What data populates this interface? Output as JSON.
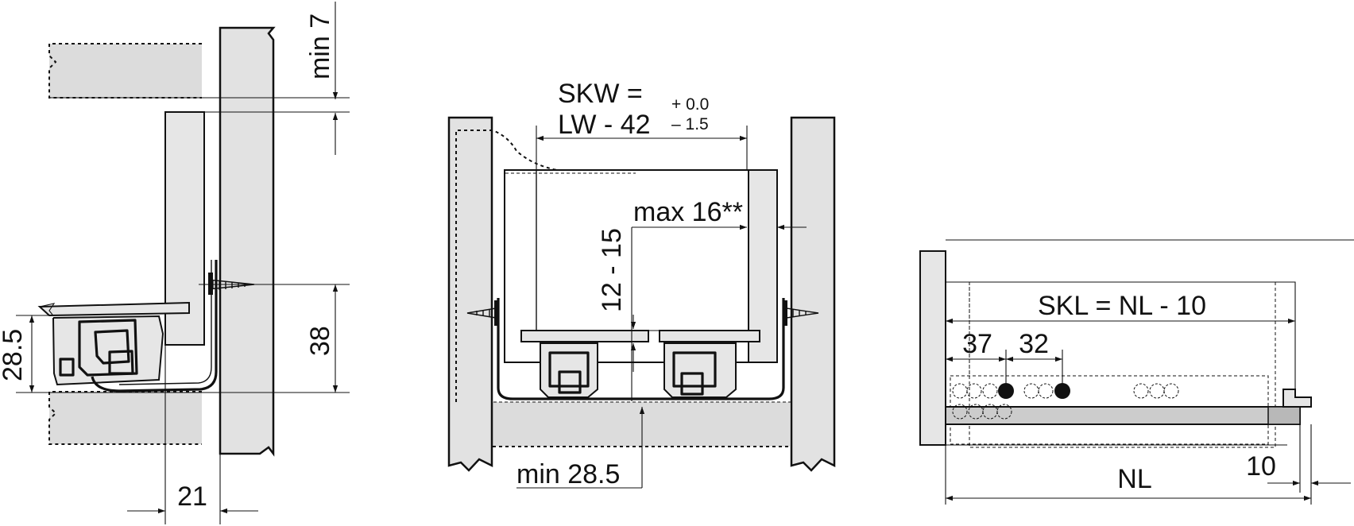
{
  "side_view": {
    "dim_top": "min 7",
    "dim_height_left": "28.5",
    "dim_height_right": "38",
    "dim_bottom": "21"
  },
  "front_view": {
    "formula_line1": "SKW =",
    "formula_line2": "LW - 42",
    "tolerance_plus": "+ 0.0",
    "tolerance_minus": "– 1.5",
    "dim_max": "max 16**",
    "dim_vertical": "12 - 15",
    "dim_bottom": "min 28.5"
  },
  "top_view": {
    "formula": "SKL = NL - 10",
    "dim_37": "37",
    "dim_32": "32",
    "dim_nl": "NL",
    "dim_10": "10"
  }
}
